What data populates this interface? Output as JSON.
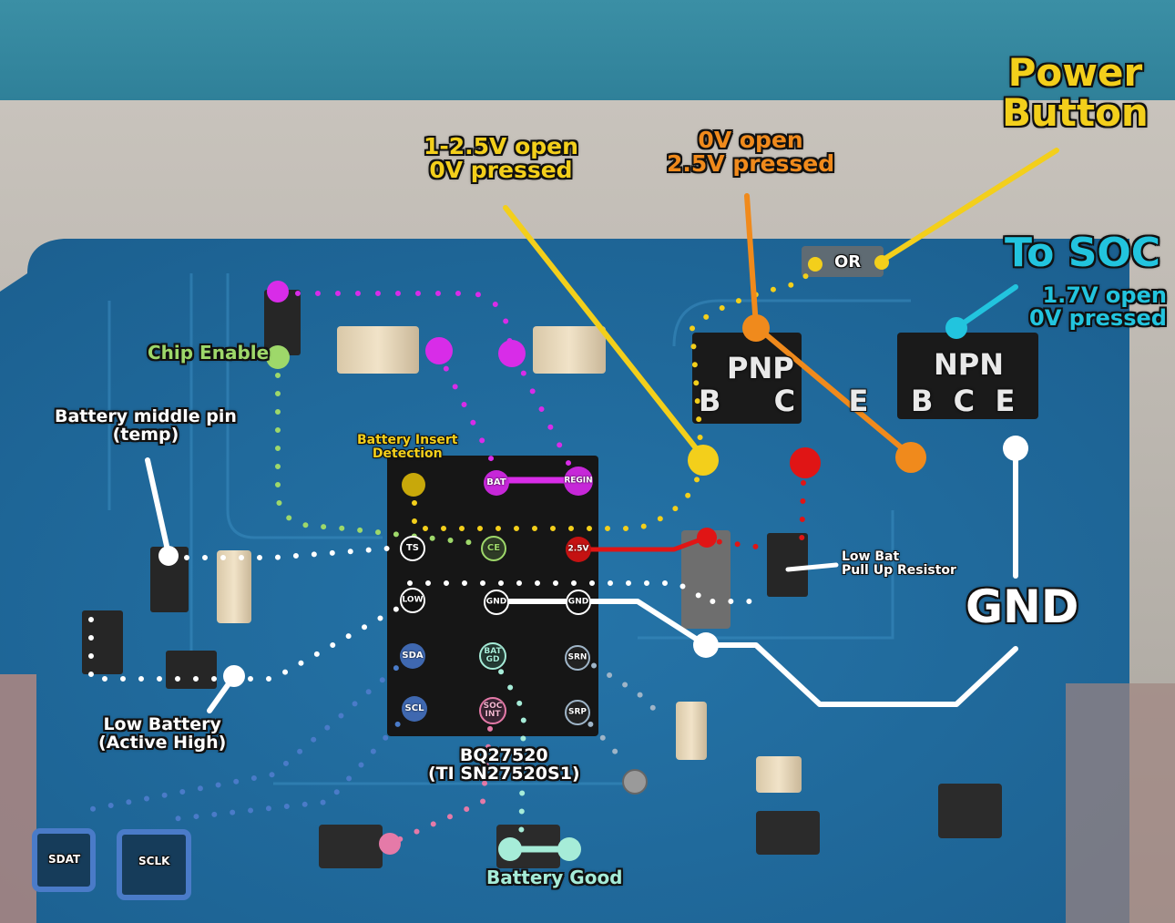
{
  "labels": {
    "power_button": [
      "Power",
      "Button"
    ],
    "power_button_voltage": [
      "1-2.5V open",
      "0V pressed"
    ],
    "pnp_base_voltage": [
      "0V open",
      "2.5V pressed"
    ],
    "or_marker": "OR",
    "to_soc": "To SOC",
    "to_soc_voltage": [
      "1.7V open",
      "0V pressed"
    ],
    "pnp": "PNP",
    "npn": "NPN",
    "pnp_pins": [
      "B",
      "C",
      "E"
    ],
    "npn_pins": [
      "B",
      "C",
      "E"
    ],
    "chip_enable": "Chip Enable",
    "battery_middle_pin": [
      "Battery middle pin",
      "(temp)"
    ],
    "battery_insert_detection": [
      "Battery Insert",
      "Detection"
    ],
    "low_bat_resistor": [
      "Low Bat",
      "Pull Up Resistor"
    ],
    "gnd": "GND",
    "low_battery": [
      "Low Battery",
      "(Active High)"
    ],
    "chip_name": [
      "BQ27520",
      "(TI SN27520S1)"
    ],
    "battery_good": "Battery Good",
    "sdat": "SDAT",
    "sclk": "SCLK"
  },
  "chip_pins": {
    "bat": "BAT",
    "regin": "REGIN",
    "ts": "TS",
    "ce": "CE",
    "v25": "2.5V",
    "low": "LOW",
    "gnd1": "GND",
    "gnd2": "GND",
    "sda": "SDA",
    "bat_gd": [
      "BAT",
      "GD"
    ],
    "srn": "SRN",
    "scl": "SCL",
    "soc_int": [
      "SOC",
      "INT"
    ],
    "srp": "SRP"
  },
  "colors": {
    "yellow": "#f3cf1b",
    "orange": "#f08a1c",
    "cyan": "#22c4de",
    "magenta": "#d82ce8",
    "red": "#e01515",
    "green": "#9ed86a",
    "white": "#ffffff",
    "blue": "#4a7bc8",
    "mint": "#a6ecd8",
    "pink": "#e57aa8"
  }
}
